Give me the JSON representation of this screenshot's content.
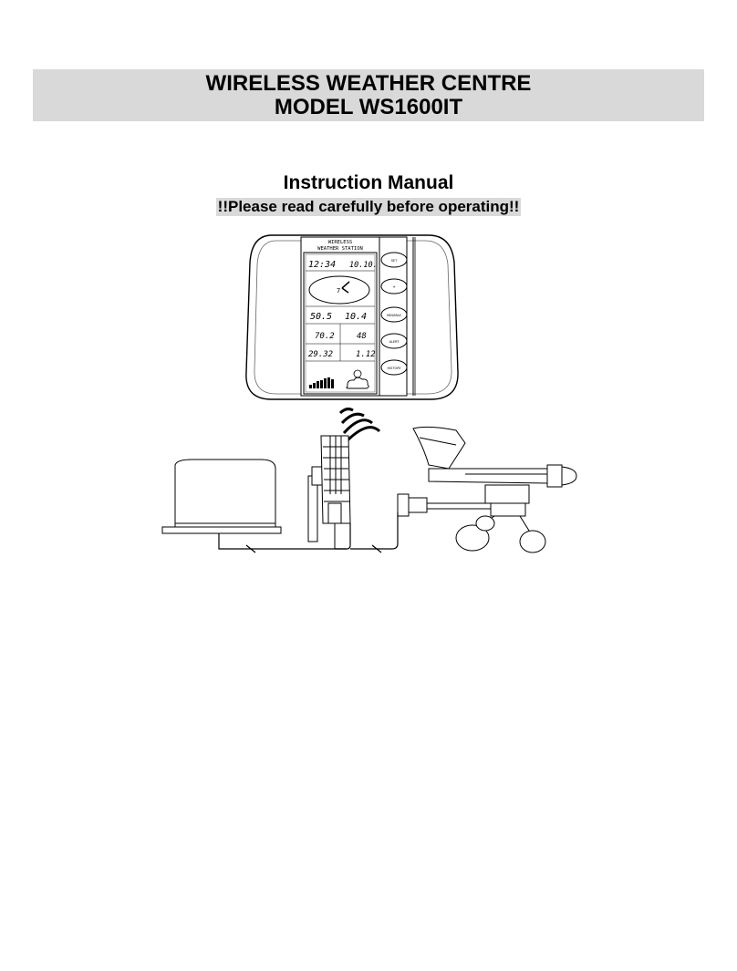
{
  "document": {
    "title_line1": "WIRELESS WEATHER CENTRE",
    "title_line2": "MODEL WS1600IT",
    "subtitle": "Instruction Manual",
    "warning": "!!Please read carefully before operating!!"
  },
  "illustration": {
    "station_brand_line1": "WIRELESS",
    "station_brand_line2": "WEATHER STATION",
    "display": {
      "time": "12:34",
      "date": "10.10.",
      "wind_speed": "50.5",
      "wind_direction_value": "7",
      "wind_gust": "10.4",
      "outdoor_temp": "70.2",
      "humidity": "48",
      "pressure": "29.32",
      "rainfall": "1.12"
    },
    "buttons": [
      "SET",
      "+",
      "MIN/MAX",
      "ALERT",
      "HISTORY"
    ]
  }
}
